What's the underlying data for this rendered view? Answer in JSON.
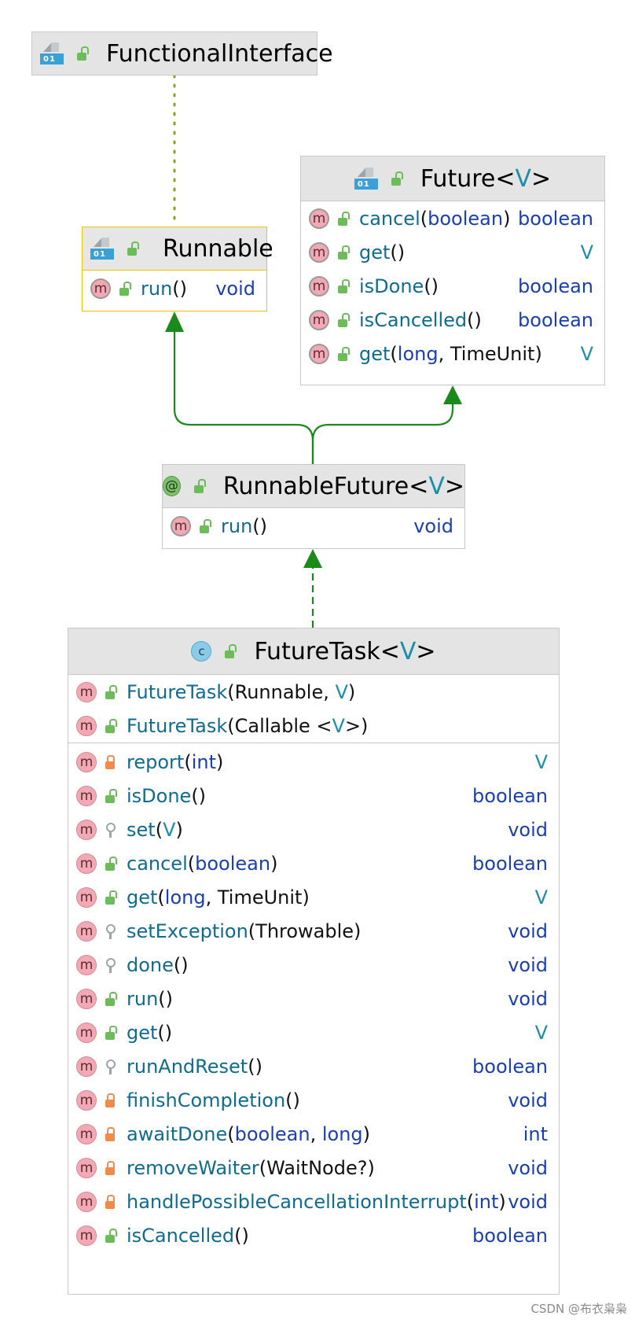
{
  "functional_interface": {
    "title": "FunctionalInterface"
  },
  "runnable": {
    "title": "Runnable",
    "methods": [
      {
        "name": "run",
        "args": "()",
        "ret": "void"
      }
    ]
  },
  "future": {
    "title": "Future",
    "generic": "V",
    "methods": [
      {
        "name": "cancel",
        "args": "(boolean)",
        "ret": "boolean"
      },
      {
        "name": "get",
        "args": "()",
        "ret": "V"
      },
      {
        "name": "isDone",
        "args": "()",
        "ret": "boolean"
      },
      {
        "name": "isCancelled",
        "args": "()",
        "ret": "boolean"
      },
      {
        "name": "get",
        "args": "(long, TimeUnit)",
        "ret": "V"
      }
    ]
  },
  "runnable_future": {
    "title": "RunnableFuture",
    "generic": "V",
    "annotation_icon": "@",
    "methods": [
      {
        "name": "run",
        "args": "()",
        "ret": "void"
      }
    ]
  },
  "future_task": {
    "title": "FutureTask",
    "generic": "V",
    "class_icon": "c",
    "constructors": [
      {
        "name": "FutureTask",
        "args": "(Runnable, V)"
      },
      {
        "name": "FutureTask",
        "args": "(Callable <V>)"
      }
    ],
    "methods": [
      {
        "name": "report",
        "args": "(int)",
        "ret": "V",
        "vis": "private"
      },
      {
        "name": "isDone",
        "args": "()",
        "ret": "boolean",
        "vis": "public"
      },
      {
        "name": "set",
        "args": "(V)",
        "ret": "void",
        "vis": "protected"
      },
      {
        "name": "cancel",
        "args": "(boolean)",
        "ret": "boolean",
        "vis": "public"
      },
      {
        "name": "get",
        "args": "(long, TimeUnit)",
        "ret": "V",
        "vis": "public"
      },
      {
        "name": "setException",
        "args": "(Throwable)",
        "ret": "void",
        "vis": "protected"
      },
      {
        "name": "done",
        "args": "()",
        "ret": "void",
        "vis": "protected"
      },
      {
        "name": "run",
        "args": "()",
        "ret": "void",
        "vis": "public"
      },
      {
        "name": "get",
        "args": "()",
        "ret": "V",
        "vis": "public"
      },
      {
        "name": "runAndReset",
        "args": "()",
        "ret": "boolean",
        "vis": "protected"
      },
      {
        "name": "finishCompletion",
        "args": "()",
        "ret": "void",
        "vis": "private"
      },
      {
        "name": "awaitDone",
        "args": "(boolean, long)",
        "ret": "int",
        "vis": "private"
      },
      {
        "name": "removeWaiter",
        "args": "(WaitNode?)",
        "ret": "void",
        "vis": "private"
      },
      {
        "name": "handlePossibleCancellationInterrupt",
        "args": "(int)",
        "ret": "void",
        "vis": "private"
      },
      {
        "name": "isCancelled",
        "args": "()",
        "ret": "boolean",
        "vis": "public"
      }
    ]
  },
  "method_icon_letter": "m",
  "interface_icon_text": "01",
  "colors": {
    "edge_green": "#1a8a1a",
    "dotted_olive": "#8aa020",
    "selected_border": "#f3c300",
    "header_bg": "#e4e4e4"
  },
  "watermark": "CSDN @布衣枭枭"
}
